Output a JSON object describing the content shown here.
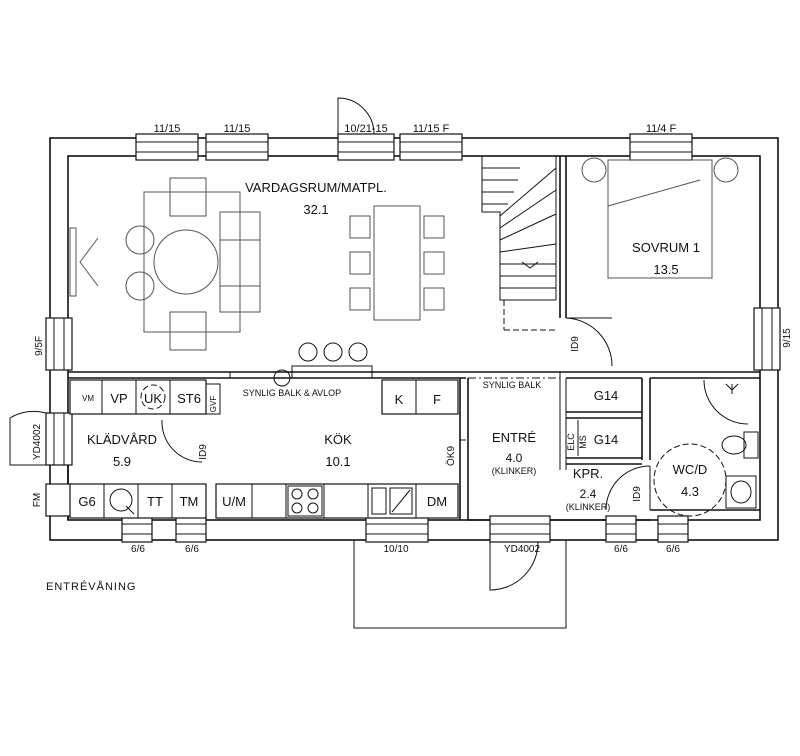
{
  "plan": {
    "caption": "ENTRÉVÅNING",
    "rooms": {
      "living": {
        "name": "VARDAGSRUM/MATPL.",
        "area": "32.1"
      },
      "bedroom": {
        "name": "SOVRUM 1",
        "area": "13.5"
      },
      "closet": {
        "name": "KLÄDVÅRD",
        "area": "5.9"
      },
      "kitchen": {
        "name": "KÖK",
        "area": "10.1"
      },
      "entry": {
        "name": "ENTRÉ",
        "area": "4.0",
        "floor": "(KLINKER)"
      },
      "wardrobe": {
        "name": "KPR.",
        "area": "2.4",
        "floor": "(KLINKER)"
      },
      "wc": {
        "name": "WC/D",
        "area": "4.3"
      }
    },
    "windows": {
      "top1": "11/15",
      "top2": "11/15",
      "top_door": "10/21-15",
      "top3": "11/15 F",
      "top4": "11/4 F",
      "left": "9/5F",
      "right": "9/15",
      "bottom1": "6/6",
      "bottom2": "6/6",
      "bottom3": "10/10",
      "bottom4": "6/6",
      "bottom5": "6/6"
    },
    "doors": {
      "left": "YD4002",
      "bottom": "YD4002",
      "id9_closet": "ID9",
      "id9_kitchen": "ÖK9",
      "id9_stair": "ID9",
      "id9_kpr": "ID9"
    },
    "fixtures": {
      "vm": "VM",
      "vp": "VP",
      "uk": "UK",
      "st6": "ST6",
      "gvf": "GVF",
      "k": "K",
      "f": "F",
      "g6": "G6",
      "tt": "TT",
      "tm": "TM",
      "um": "U/M",
      "dm": "DM",
      "g14a": "G14",
      "g14b": "G14",
      "elc": "ELC",
      "ms": "MS",
      "fm": "FM"
    },
    "notes": {
      "beam_drain": "SYNLIG BALK & AVLOP",
      "beam": "SYNLIG BALK"
    }
  }
}
